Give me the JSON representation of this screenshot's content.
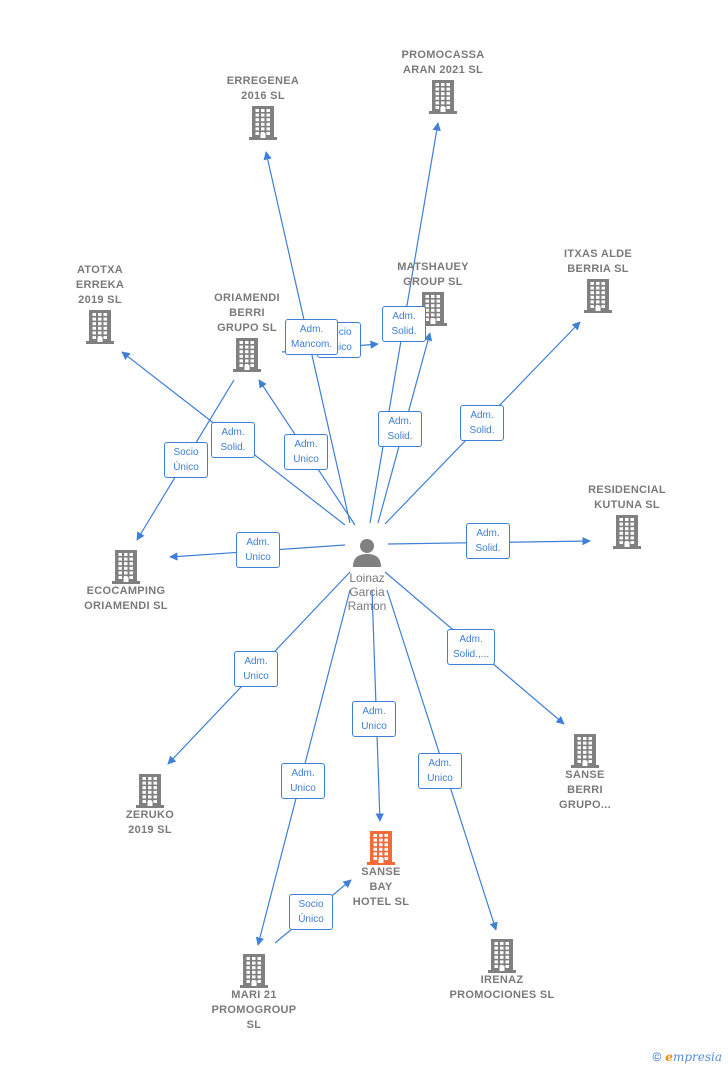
{
  "colors": {
    "edge": "#3f7fd6",
    "building": "#808080",
    "highlight": "#f26b3a"
  },
  "person": {
    "label": "Loinaz\nGarcia\nRamon",
    "icon": "person-icon"
  },
  "companies": [
    {
      "id": "erregenea",
      "label": "ERREGENEA\n2016  SL",
      "highlight": false
    },
    {
      "id": "promocassa",
      "label": "PROMOCASSA\nARAN 2021  SL",
      "highlight": false
    },
    {
      "id": "atotxa",
      "label": "ATOTXA\nERREKA\n2019  SL",
      "highlight": false
    },
    {
      "id": "oriamendi",
      "label": "ORIAMENDI\nBERRI\nGRUPO  SL",
      "highlight": false
    },
    {
      "id": "matshauey",
      "label": "MATSHAUEY\nGROUP  SL",
      "highlight": false
    },
    {
      "id": "itxas",
      "label": "ITXAS ALDE\nBERRIA  SL",
      "highlight": false
    },
    {
      "id": "residencial",
      "label": "RESIDENCIAL\nKUTUNA  SL",
      "highlight": false
    },
    {
      "id": "ecocamping",
      "label": "ECOCAMPING\nORIAMENDI  SL",
      "highlight": false
    },
    {
      "id": "sanseberri",
      "label": "SANSE\nBERRI\nGRUPO...",
      "highlight": false
    },
    {
      "id": "zeruko",
      "label": "ZERUKO\n2019  SL",
      "highlight": false
    },
    {
      "id": "sansebay",
      "label": "SANSE\nBAY\nHOTEL  SL",
      "highlight": true
    },
    {
      "id": "irenaz",
      "label": "IRENAZ\nPROMOCIONES SL",
      "highlight": false
    },
    {
      "id": "mari21",
      "label": "MARI 21\nPROMOGROUP\nSL",
      "highlight": false
    }
  ],
  "edge_labels": [
    {
      "id": "l-erregenea",
      "text": "Adm.\nMancom."
    },
    {
      "id": "l-erregenea-under",
      "text": "Socio\nÚnico"
    },
    {
      "id": "l-promocassa",
      "text": "Adm.\nSolid."
    },
    {
      "id": "l-matshauey",
      "text": "Adm.\nSolid."
    },
    {
      "id": "l-atotxa",
      "text": "Adm.\nSolid."
    },
    {
      "id": "l-oriamendi",
      "text": "Adm.\nUnico"
    },
    {
      "id": "l-itxas",
      "text": "Adm.\nSolid."
    },
    {
      "id": "l-oriamendi-eco",
      "text": "Socio\nÚnico"
    },
    {
      "id": "l-ecocamping",
      "text": "Adm.\nUnico"
    },
    {
      "id": "l-residencial",
      "text": "Adm.\nSolid."
    },
    {
      "id": "l-sanseberri",
      "text": "Adm.\nSolid.,..."
    },
    {
      "id": "l-zeruko",
      "text": "Adm.\nUnico"
    },
    {
      "id": "l-sansebay",
      "text": "Adm.\nUnico"
    },
    {
      "id": "l-irenaz",
      "text": "Adm.\nUnico"
    },
    {
      "id": "l-mari21",
      "text": "Adm.\nUnico"
    },
    {
      "id": "l-mari21-sansebay",
      "text": "Socio\nÚnico"
    }
  ],
  "footer": {
    "copyright": "©",
    "brand_first": "e",
    "brand_rest": "mpresia"
  }
}
